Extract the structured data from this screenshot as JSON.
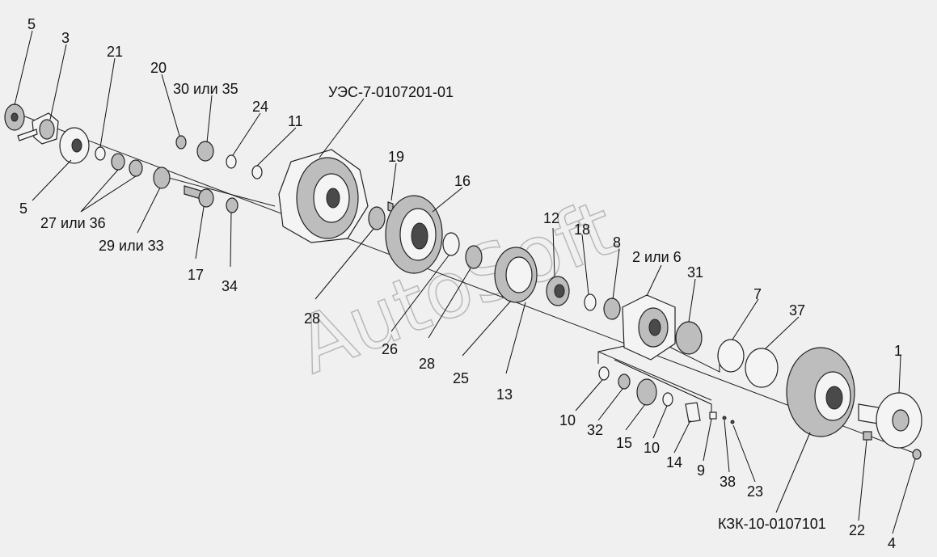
{
  "watermark": "AutoSoft",
  "labels": {
    "l5a": "5",
    "l3": "3",
    "l21": "21",
    "l20": "20",
    "l30": "30 или 35",
    "l24": "24",
    "l11": "11",
    "l_ues": "УЭС-7-0107201-01",
    "l19": "19",
    "l16": "16",
    "l5b": "5",
    "l27": "27 или 36",
    "l29": "29 или 33",
    "l17": "17",
    "l34": "34",
    "l28a": "28",
    "l26": "26",
    "l28b": "28",
    "l25": "25",
    "l13": "13",
    "l12": "12",
    "l18": "18",
    "l8": "8",
    "l2": "2 или 6",
    "l31": "31",
    "l7": "7",
    "l37": "37",
    "l1": "1",
    "l10a": "10",
    "l32": "32",
    "l15": "15",
    "l10b": "10",
    "l14": "14",
    "l9": "9",
    "l38": "38",
    "l23": "23",
    "l_kzk": "КЗК-10-0107101",
    "l22": "22",
    "l4": "4"
  }
}
